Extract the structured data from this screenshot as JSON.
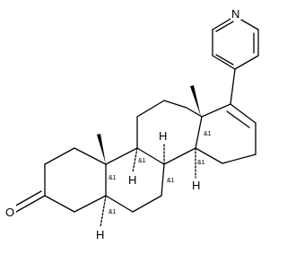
{
  "structure": {
    "atoms": {
      "nitrogen": "N",
      "oxygen": "O",
      "hydrogen_c5": "H",
      "hydrogen_c8": "H",
      "hydrogen_c9": "H",
      "hydrogen_c14": "H"
    },
    "stereo_flags": {
      "c5": "&1",
      "c8": "&1",
      "c9": "&1",
      "c10": "&1",
      "c13": "&1",
      "c14": "&1"
    }
  }
}
